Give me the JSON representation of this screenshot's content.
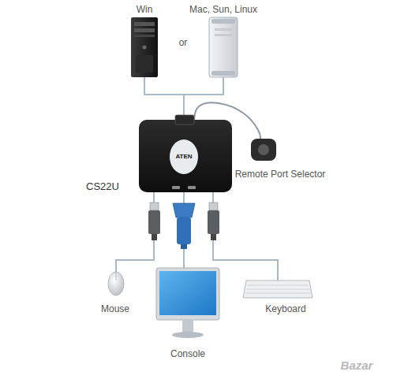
{
  "diagram": {
    "nodes": [
      {
        "text": [
          "Win"
        ]
      },
      {
        "text": [
          "Mac, Sun, Linux"
        ]
      },
      {
        "text": [
          "CS22U",
          "ATEN"
        ]
      },
      {
        "text": [
          "Remote Port Selector"
        ]
      },
      {
        "text": [
          "Mouse"
        ]
      },
      {
        "text": [
          "Console"
        ]
      },
      {
        "text": [
          "Keyboard"
        ]
      }
    ],
    "edges": [
      {
        "from": 0,
        "to": 2,
        "arrow": "none"
      },
      {
        "from": 1,
        "to": 2,
        "arrow": "none"
      },
      {
        "from": 3,
        "to": 2,
        "arrow": "none"
      },
      {
        "from": 4,
        "to": 2,
        "arrow": "none"
      },
      {
        "from": 5,
        "to": 2,
        "arrow": "none"
      },
      {
        "from": 6,
        "to": 2,
        "arrow": "none"
      }
    ],
    "labels": [
      "or",
      "Bazar"
    ]
  }
}
